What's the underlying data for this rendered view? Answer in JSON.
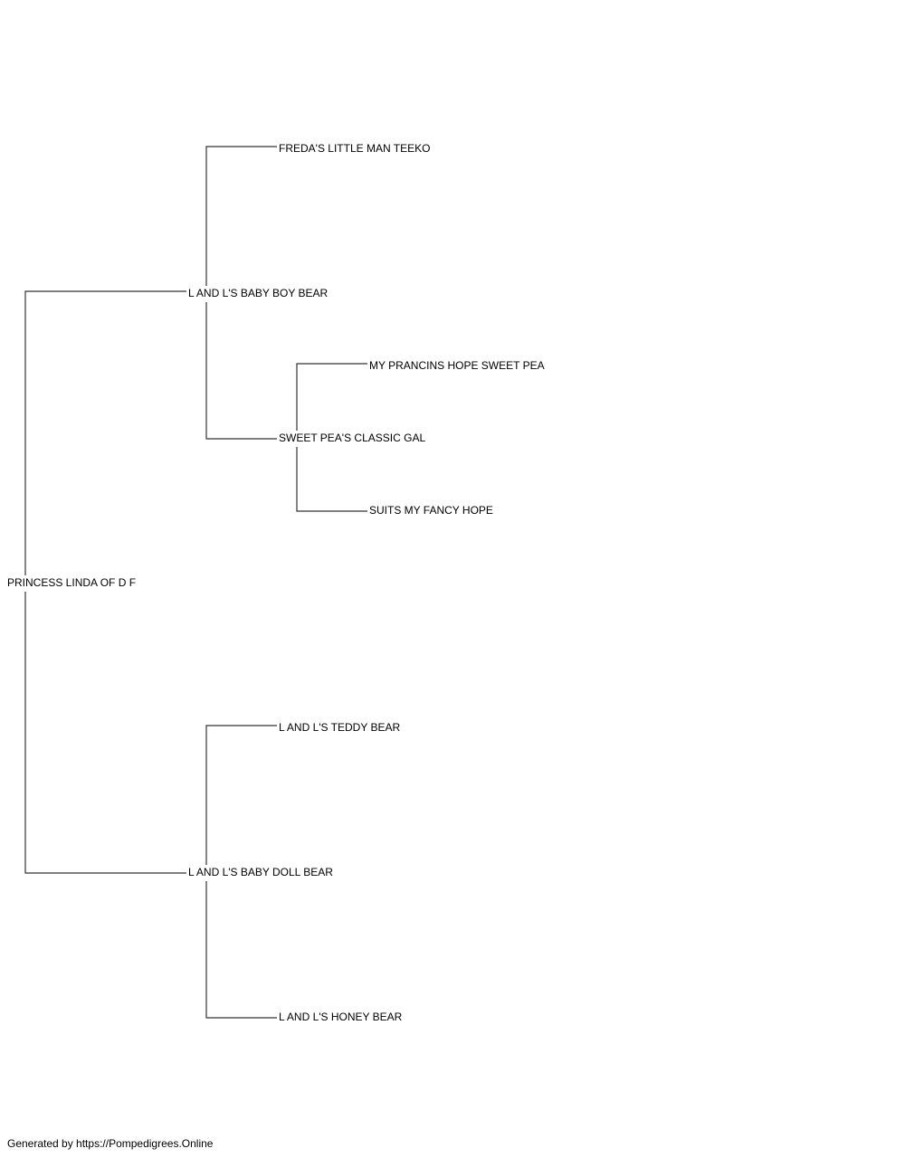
{
  "pedigree": {
    "subject": "PRINCESS LINDA OF D F",
    "sire": "L AND L'S BABY BOY BEAR",
    "sire_sire": "FREDA'S LITTLE MAN TEEKO",
    "sire_dam": "SWEET PEA'S CLASSIC GAL",
    "sire_dam_sire": "MY PRANCINS HOPE SWEET PEA",
    "sire_dam_dam": "SUITS MY FANCY HOPE",
    "dam": "L AND L'S BABY DOLL BEAR",
    "dam_sire": "L AND L'S TEDDY BEAR",
    "dam_dam": "L AND L'S HONEY BEAR"
  },
  "footer": {
    "text": "Generated by https://Pompedigrees.Online"
  }
}
